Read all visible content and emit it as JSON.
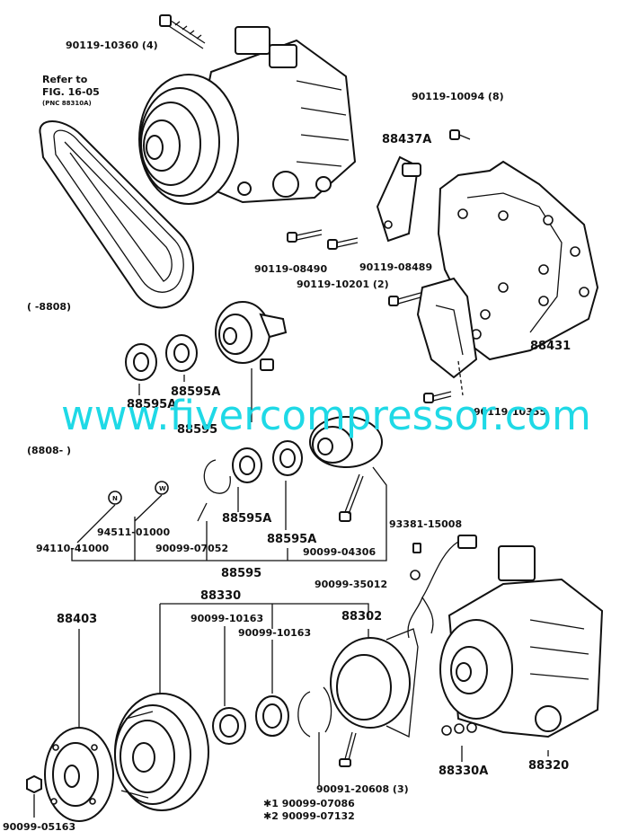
{
  "labels": {
    "bolt_top": "90119-10360 (4)",
    "refer1": "Refer to",
    "refer2": "FIG. 16-05",
    "refer3": "(PNC 88310A)",
    "bolt_r": "90119-10094 (8)",
    "p88437a": "88437A",
    "b08490": "90119-08490",
    "b10201": "90119-10201 (2)",
    "b08489": "90119-08489",
    "p88431": "88431",
    "range_a": "(      -8808)",
    "range_b": "(8808-        )",
    "s1": "88595A",
    "s2": "88595A",
    "s3": "88595",
    "bolt_hidden": "90119-10355",
    "n_mark": "N",
    "w_mark": "W",
    "p94511": "94511-01000",
    "p94110": "94110-41000",
    "p90099_07052": "90099-07052",
    "b1": "88595A",
    "b2": "88595A",
    "p90099_04306": "90099-04306",
    "p88595": "88595",
    "p93381": "93381-15008",
    "p90099_35012": "90099-35012",
    "p88330": "88330",
    "p88403": "88403",
    "p10163a": "90099-10163",
    "p10163b": "90099-10163",
    "p88302": "88302",
    "p88330a": "88330A",
    "p88320": "88320",
    "p20608": "90091-20608 (3)",
    "star1": "✱1 90099-07086",
    "star2": "✱2 90099-07132",
    "p05163": "90099-05163"
  },
  "watermark": "www.fivercompressor.com",
  "colors": {
    "ink": "#111111",
    "watermark": "#1fd9e6"
  }
}
